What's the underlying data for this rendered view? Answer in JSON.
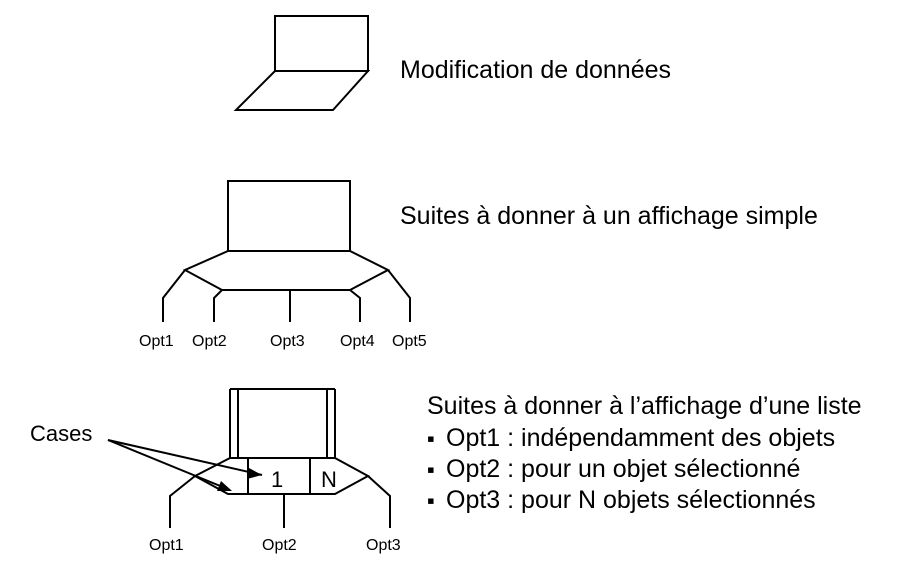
{
  "section1": {
    "caption": "Modification de données"
  },
  "section2": {
    "caption": "Suites à donner à un affichage simple",
    "options": [
      "Opt1",
      "Opt2",
      "Opt3",
      "Opt4",
      "Opt5"
    ]
  },
  "section3": {
    "caption": "Suites à donner à l’affichage d’une liste",
    "bullets": [
      "Opt1 : indépendamment des objets",
      "Opt2 : pour un objet sélectionné",
      "Opt3 : pour N objets sélectionnés"
    ],
    "bullet_symbol": "▪",
    "cases_label": "Cases",
    "cell_labels": [
      "1",
      "N"
    ],
    "options": [
      "Opt1",
      "Opt2",
      "Opt3"
    ]
  }
}
